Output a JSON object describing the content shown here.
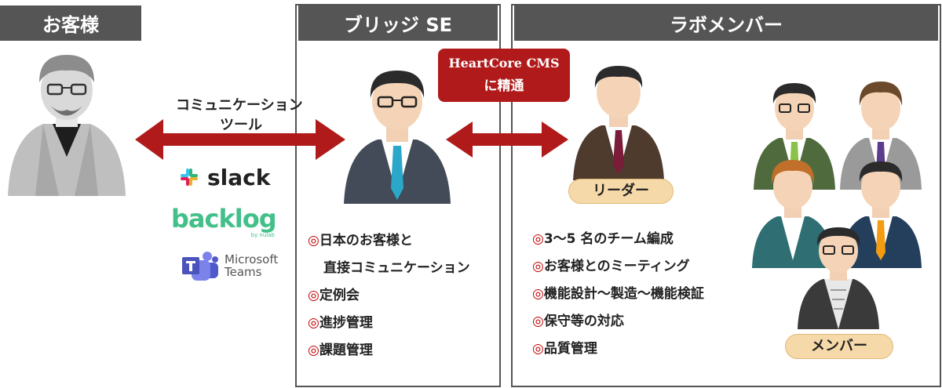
{
  "headers": {
    "customer": "お客様",
    "bridge_se": "ブリッジ SE",
    "lab_members": "ラボメンバー"
  },
  "comm_tool_label": [
    "コミュニケーション",
    "ツール"
  ],
  "tools": {
    "slack": "slack",
    "backlog": "backlog",
    "backlog_sub": "by nulab",
    "teams": [
      "Microsoft",
      "Teams"
    ]
  },
  "cms_badge": {
    "line1": "HeartCore CMS",
    "line2": "に精通"
  },
  "bridge_se_list": [
    "日本のお客様と",
    "直接コミュニケーション",
    "定例会",
    "進捗管理",
    "課題管理"
  ],
  "lab_list": [
    "3～5 名のチーム編成",
    "お客様とのミーティング",
    "機能設計～製造～機能検証",
    "保守等の対応",
    "品質管理"
  ],
  "bullet_mark": "◎",
  "roles": {
    "leader": "リーダー",
    "member": "メンバー"
  },
  "colors": {
    "header_bg": "#555555",
    "arrow": "#b11a1a",
    "pill": "#f6d9a8"
  }
}
